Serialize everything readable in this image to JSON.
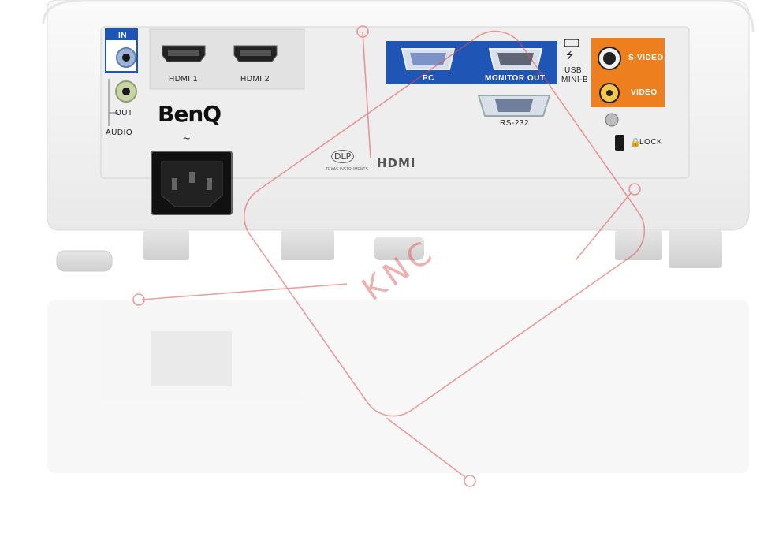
{
  "product": {
    "brand": "BenQ",
    "logos": {
      "dlp": "DLP",
      "ti": "TEXAS INSTRUMENTS",
      "hdmi": "HDMI"
    }
  },
  "ports": {
    "audio_in": "IN",
    "audio_out": "OUT",
    "audio": "AUDIO",
    "hdmi1": "HDMI 1",
    "hdmi2": "HDMI 2",
    "pc": "PC",
    "monitor_out": "MONITOR OUT",
    "rs232": "RS-232",
    "usb": "USB",
    "mini_b": "MINI-B",
    "svideo": "S-VIDEO",
    "video": "VIDEO",
    "lock": "LOCK",
    "power_symbol": "~"
  },
  "colors": {
    "body": "#f4f4f4",
    "panel": "#ebebeb",
    "vga_panel": "#1f55b5",
    "av_panel": "#ee7f1e",
    "audio_tab": "#1f55b5",
    "watermark": "#e05050"
  },
  "watermark": {
    "text": "KNC"
  }
}
